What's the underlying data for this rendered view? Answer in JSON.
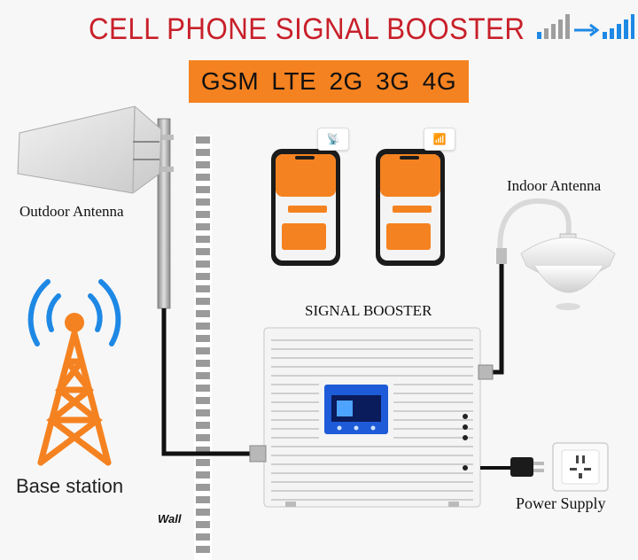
{
  "header": {
    "title": "CELL PHONE SIGNAL BOOSTER",
    "banner": "GSM LTE 2G 3G 4G"
  },
  "labels": {
    "outdoor_antenna": "Outdoor Antenna",
    "indoor_antenna": "Indoor Antenna",
    "signal_booster": "SIGNAL BOOSTER",
    "base_station": "Base station",
    "power_supply": "Power Supply",
    "wall": "Wall"
  },
  "colors": {
    "title": "#c8202a",
    "banner": "#f58220",
    "base_station": "#f58220",
    "signal_waves": "#1e88e5",
    "cable": "#111111",
    "booster_body": "#f4f4f4",
    "booster_display": "#1e5bd8"
  },
  "icons": {
    "signal_strip": "signal-bars-to-signal-bars-icon",
    "phone_badge_1": "antenna-icon",
    "phone_badge_2": "antenna-signal-bars-icon"
  }
}
